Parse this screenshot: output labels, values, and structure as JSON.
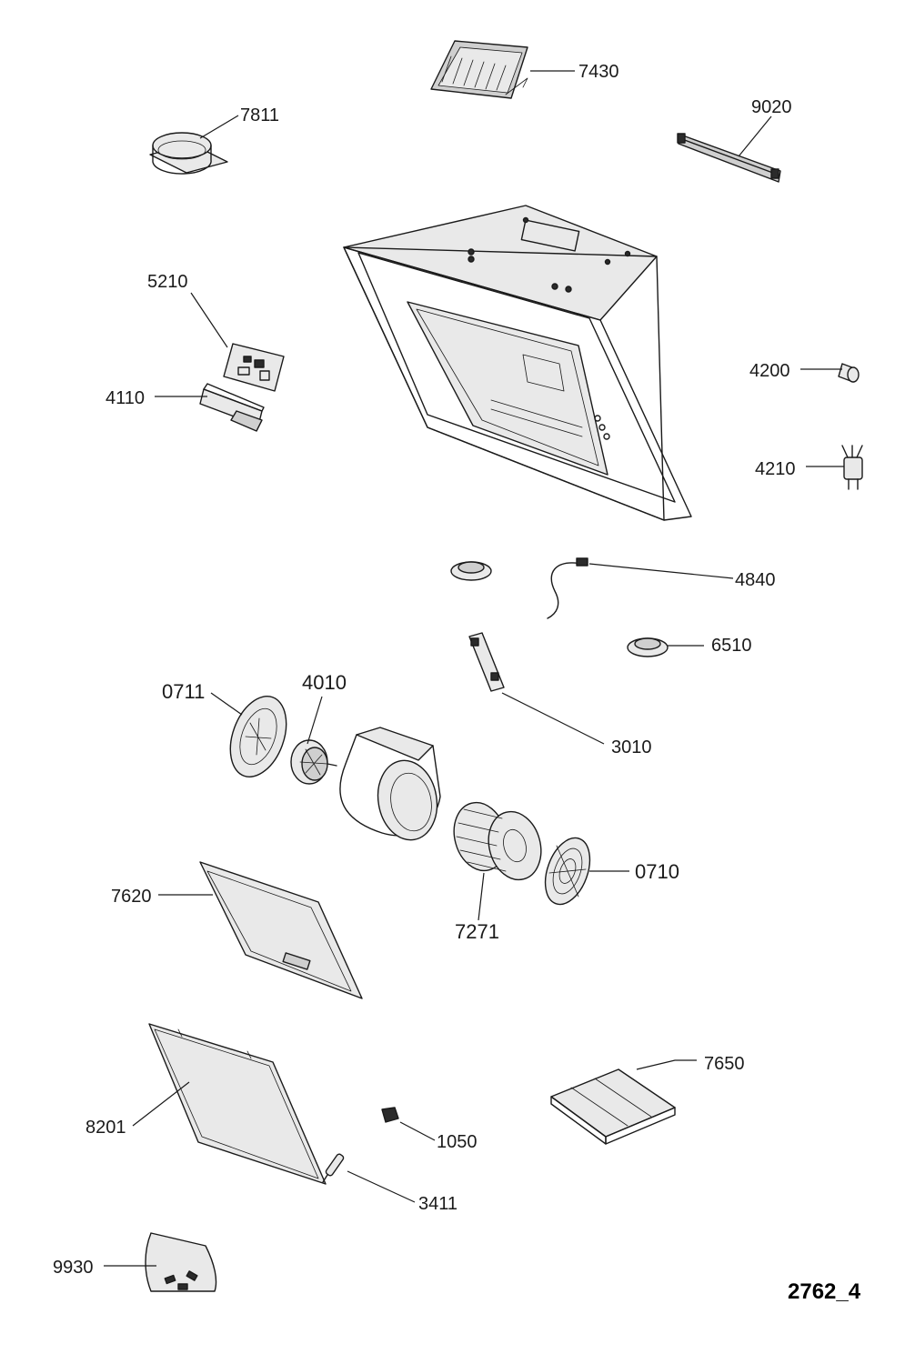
{
  "diagram": {
    "drawing_code": "2762_4",
    "callouts": [
      {
        "id": "7430",
        "label": "7430"
      },
      {
        "id": "7811",
        "label": "7811"
      },
      {
        "id": "9020",
        "label": "9020"
      },
      {
        "id": "5210",
        "label": "5210"
      },
      {
        "id": "4110",
        "label": "4110"
      },
      {
        "id": "4200",
        "label": "4200"
      },
      {
        "id": "4210",
        "label": "4210"
      },
      {
        "id": "4840",
        "label": "4840"
      },
      {
        "id": "6510",
        "label": "6510"
      },
      {
        "id": "0711",
        "label": "0711"
      },
      {
        "id": "4010",
        "label": "4010"
      },
      {
        "id": "3010",
        "label": "3010"
      },
      {
        "id": "7620",
        "label": "7620"
      },
      {
        "id": "0710",
        "label": "0710"
      },
      {
        "id": "7271",
        "label": "7271"
      },
      {
        "id": "7650",
        "label": "7650"
      },
      {
        "id": "8201",
        "label": "8201"
      },
      {
        "id": "1050",
        "label": "1050"
      },
      {
        "id": "3411",
        "label": "3411"
      },
      {
        "id": "9930",
        "label": "9930"
      }
    ]
  }
}
